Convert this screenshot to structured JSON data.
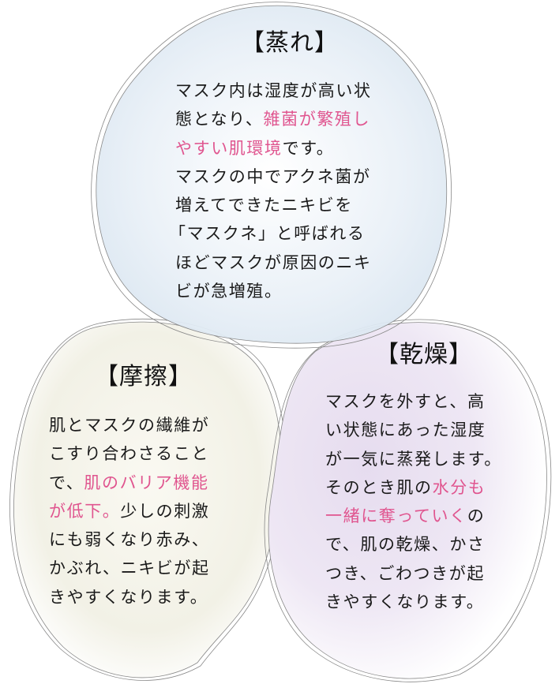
{
  "colors": {
    "highlight": "#e0558f",
    "text": "#1a1a1a",
    "outline": "#8a8a8a",
    "mure_fill": "#e4edf5",
    "masatsu_fill": "#f1f0e6",
    "kansou_fill": "#e8e0f0"
  },
  "bubbles": {
    "mure": {
      "title": "【蒸れ】",
      "lines": [
        {
          "a": "マスク内は湿度が高い状",
          "hl": "",
          "b": ""
        },
        {
          "a": "態となり、",
          "hl": "雑菌が繁殖し",
          "b": ""
        },
        {
          "a": "",
          "hl": "やすい肌環境",
          "b": "です。"
        },
        {
          "a": "マスクの中でアクネ菌が",
          "hl": "",
          "b": ""
        },
        {
          "a": "増えてできたニキビを",
          "hl": "",
          "b": ""
        },
        {
          "a": "「マスクネ」と呼ばれる",
          "hl": "",
          "b": ""
        },
        {
          "a": "ほどマスクが原因のニキ",
          "hl": "",
          "b": ""
        },
        {
          "a": "ビが急増殖。",
          "hl": "",
          "b": ""
        }
      ]
    },
    "masatsu": {
      "title": "【摩擦】",
      "lines": [
        {
          "a": "肌とマスクの繊維が",
          "hl": "",
          "b": ""
        },
        {
          "a": "こすり合わさること",
          "hl": "",
          "b": ""
        },
        {
          "a": "で、",
          "hl": "肌のバリア機能",
          "b": ""
        },
        {
          "a": "",
          "hl": "が低下。",
          "b": "少しの刺激"
        },
        {
          "a": "にも弱くなり赤み、",
          "hl": "",
          "b": ""
        },
        {
          "a": "かぶれ、ニキビが起",
          "hl": "",
          "b": ""
        },
        {
          "a": "きやすくなります。",
          "hl": "",
          "b": ""
        }
      ]
    },
    "kansou": {
      "title": "【乾燥】",
      "lines": [
        {
          "a": "マスクを外すと、高",
          "hl": "",
          "b": ""
        },
        {
          "a": "い状態にあった湿度",
          "hl": "",
          "b": ""
        },
        {
          "a": "が一気に蒸発します。",
          "hl": "",
          "b": ""
        },
        {
          "a": "そのとき肌の",
          "hl": "水分も",
          "b": ""
        },
        {
          "a": "",
          "hl": "一緒に奪っていく",
          "b": "の"
        },
        {
          "a": "で、肌の乾燥、かさ",
          "hl": "",
          "b": ""
        },
        {
          "a": "つき、ごわつきが起",
          "hl": "",
          "b": ""
        },
        {
          "a": "きやすくなります。",
          "hl": "",
          "b": ""
        }
      ]
    }
  }
}
